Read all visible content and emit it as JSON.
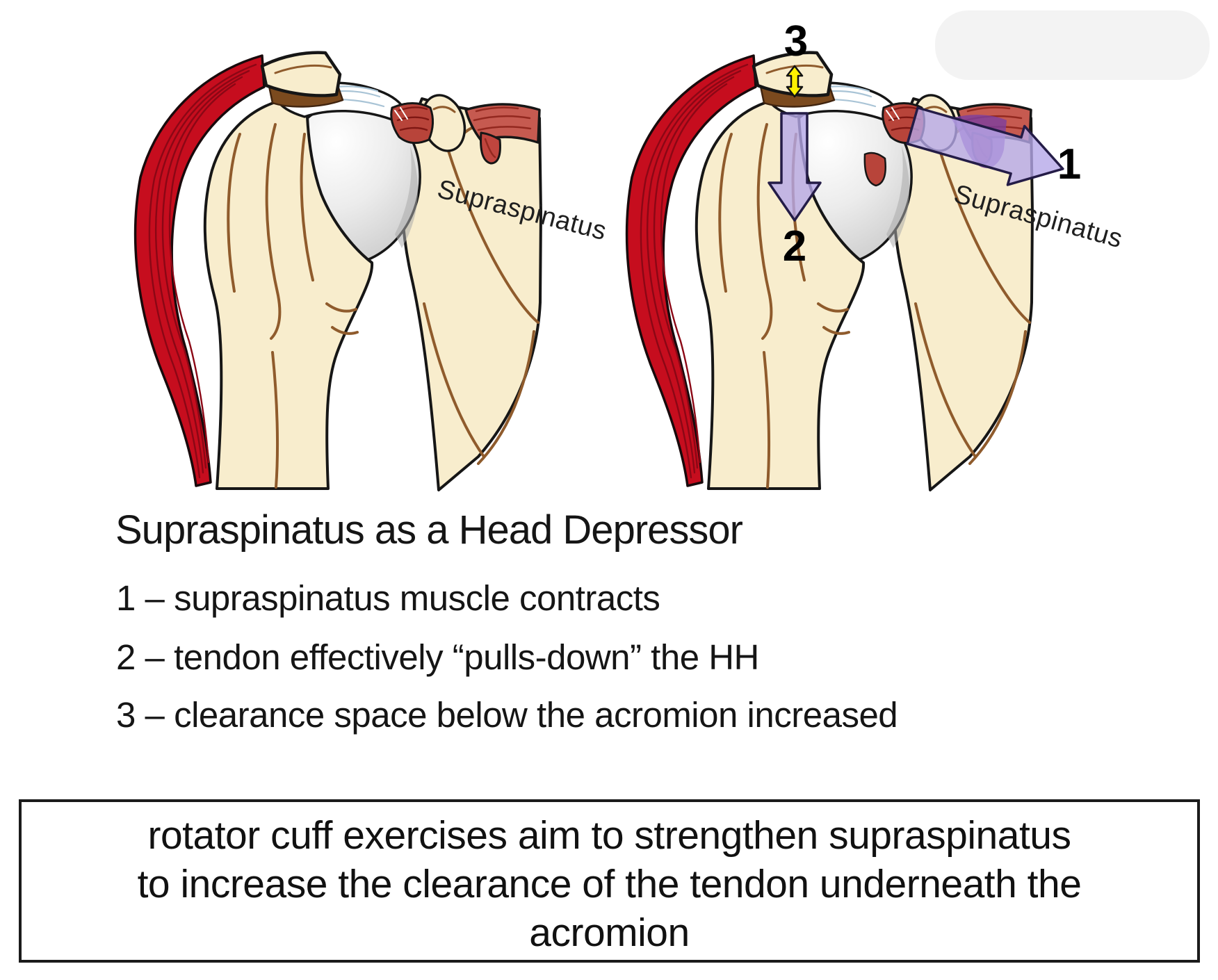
{
  "slide": {
    "title": "Supraspinatus as a Head Depressor",
    "steps": [
      "1 – supraspinatus muscle contracts",
      "2 – tendon effectively “pulls-down” the HH",
      "3 – clearance space below the acromion increased"
    ],
    "note_lines": [
      "rotator cuff exercises aim to strengthen supraspinatus",
      "to increase the clearance of the tendon underneath the",
      "acromion"
    ]
  },
  "figure": {
    "left_panel": {
      "muscle_label": "Supraspinatus"
    },
    "right_panel": {
      "muscle_label": "Supraspinatus",
      "marker_contraction": "1",
      "marker_pull_down": "2",
      "marker_clearance": "3"
    }
  },
  "colors": {
    "deltoid_red": "#c60d1e",
    "deltoid_stripe_red": "#8b0715",
    "muscle_red": "#c65a50",
    "bone_cream": "#f8edcd",
    "bone_outline": "#161616",
    "bone_detail_brown": "#8f5b2c",
    "bursa_brown": "#7b4a1e",
    "humeral_head_gray": "#c6c6c6",
    "tendon_white": "#ffffff",
    "arrow_purple": "#b5a8e8",
    "arrow_outline": "#241c47",
    "displaced_muscle_purple": "#7c3fa0",
    "clearance_yellow": "#fff200",
    "text_black": "#111111"
  }
}
